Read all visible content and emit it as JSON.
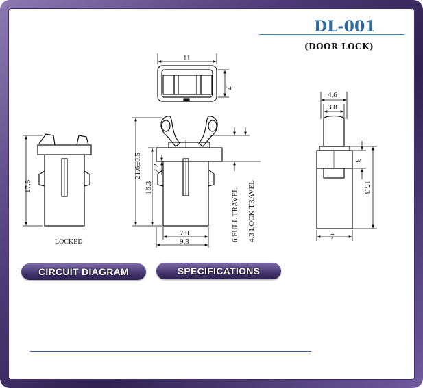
{
  "header": {
    "model": "DL-001",
    "product": "(DOOR LOCK)"
  },
  "drawing": {
    "top_view": {
      "width": "11",
      "height": "7"
    },
    "locked_view": {
      "label": "LOCKED",
      "height": "17.5"
    },
    "front_view": {
      "total_height": "21.6±0.5",
      "body_height": "16.3",
      "step": "2.2",
      "inner_width": "7.9",
      "outer_width": "9.3",
      "full_travel": "6 FULL TRAVEL",
      "lock_travel": "4.3 LOCK TRAVEL"
    },
    "side_view": {
      "top_width": "4.6",
      "inner_width": "3.8",
      "step": "3",
      "height": "15.3",
      "base_width": "7"
    }
  },
  "buttons": {
    "circuit": "CIRCUIT DIAGRAM",
    "specs": "SPECIFICATIONS"
  },
  "colors": {
    "frame": "#4d3a76",
    "title": "#2f6aa5",
    "rule_line": "#3c5aa6"
  }
}
